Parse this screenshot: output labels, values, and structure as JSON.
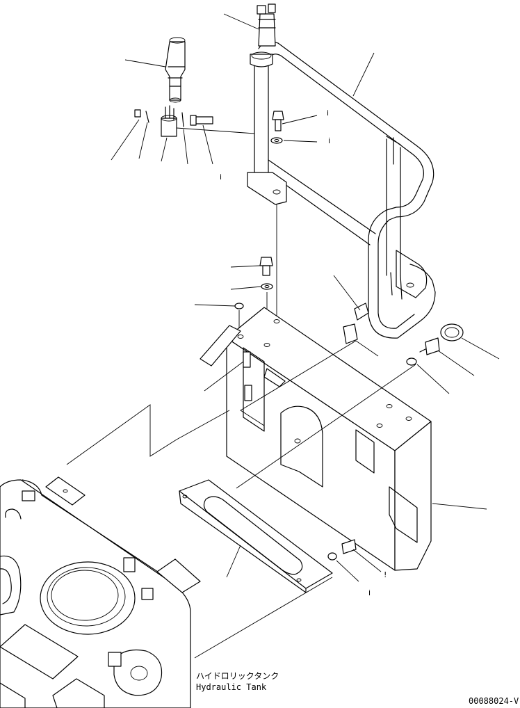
{
  "label_jp": "ハイドロリックタンク",
  "label_en": "Hydraulic Tank",
  "drawing_number": "00088024-V",
  "callout_ticks": [
    "i",
    "i",
    "i",
    "i",
    "!"
  ]
}
